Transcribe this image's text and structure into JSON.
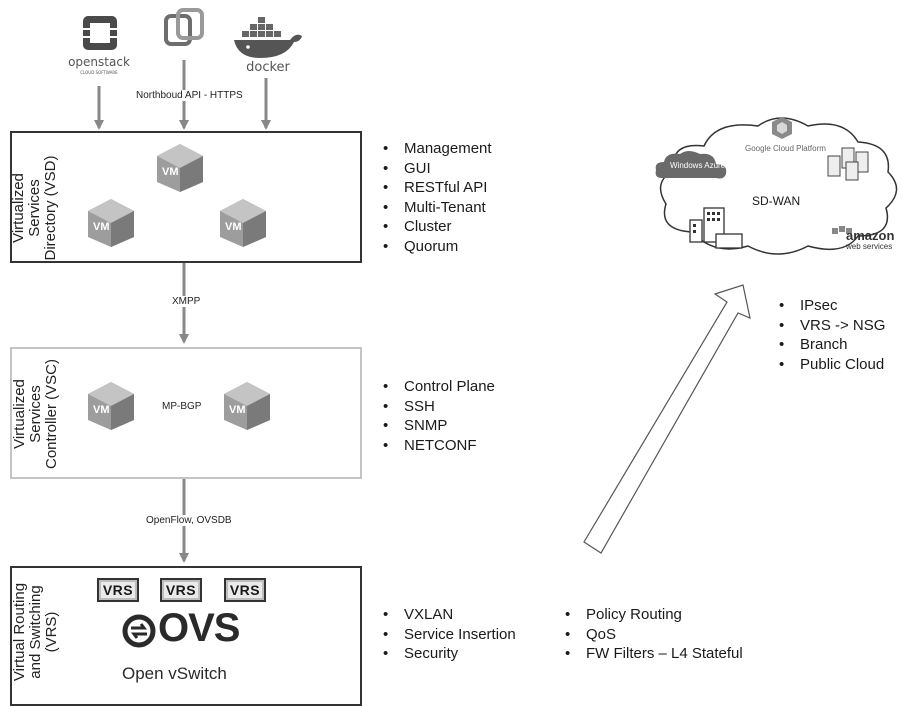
{
  "logos": {
    "openstack": {
      "word": "openstack",
      "sub": "CLOUD SOFTWARE"
    },
    "vmware": {},
    "docker": {
      "word": "docker"
    }
  },
  "connections": {
    "northbound": "Northboud API - HTTPS",
    "xmpp": "XMPP",
    "mpbgp": "MP-BGP",
    "openflow": "OpenFlow, OVSDB"
  },
  "vsd": {
    "label_lines": [
      "Virtualized",
      "Services",
      "Directory (VSD)"
    ],
    "vm_label": "VM",
    "bullets": [
      "Management",
      "GUI",
      "RESTful API",
      "Multi-Tenant",
      "Cluster",
      "Quorum"
    ]
  },
  "vsc": {
    "label_lines": [
      "Virtualized",
      "Services",
      "Controller (VSC)"
    ],
    "vm_label": "VM",
    "bullets": [
      "Control Plane",
      "SSH",
      "SNMP",
      "NETCONF"
    ]
  },
  "vrs": {
    "label_lines": [
      "Virtual Routing",
      "and Switching",
      "(VRS)"
    ],
    "badge": "VRS",
    "ovs_word": "OVS",
    "ovs_sub": "Open vSwitch",
    "bullets_left": [
      "VXLAN",
      "Service Insertion",
      "Security"
    ],
    "bullets_right": [
      "Policy Routing",
      "QoS",
      "FW Filters – L4 Stateful"
    ]
  },
  "sdwan": {
    "title": "SD-WAN",
    "azure": "Windows Azure",
    "gcp": "Google Cloud Platform",
    "amazon_top": "amazon",
    "amazon_bottom": "web services",
    "bullets": [
      "IPsec",
      "VRS -> NSG",
      "Branch",
      "Public Cloud"
    ]
  }
}
